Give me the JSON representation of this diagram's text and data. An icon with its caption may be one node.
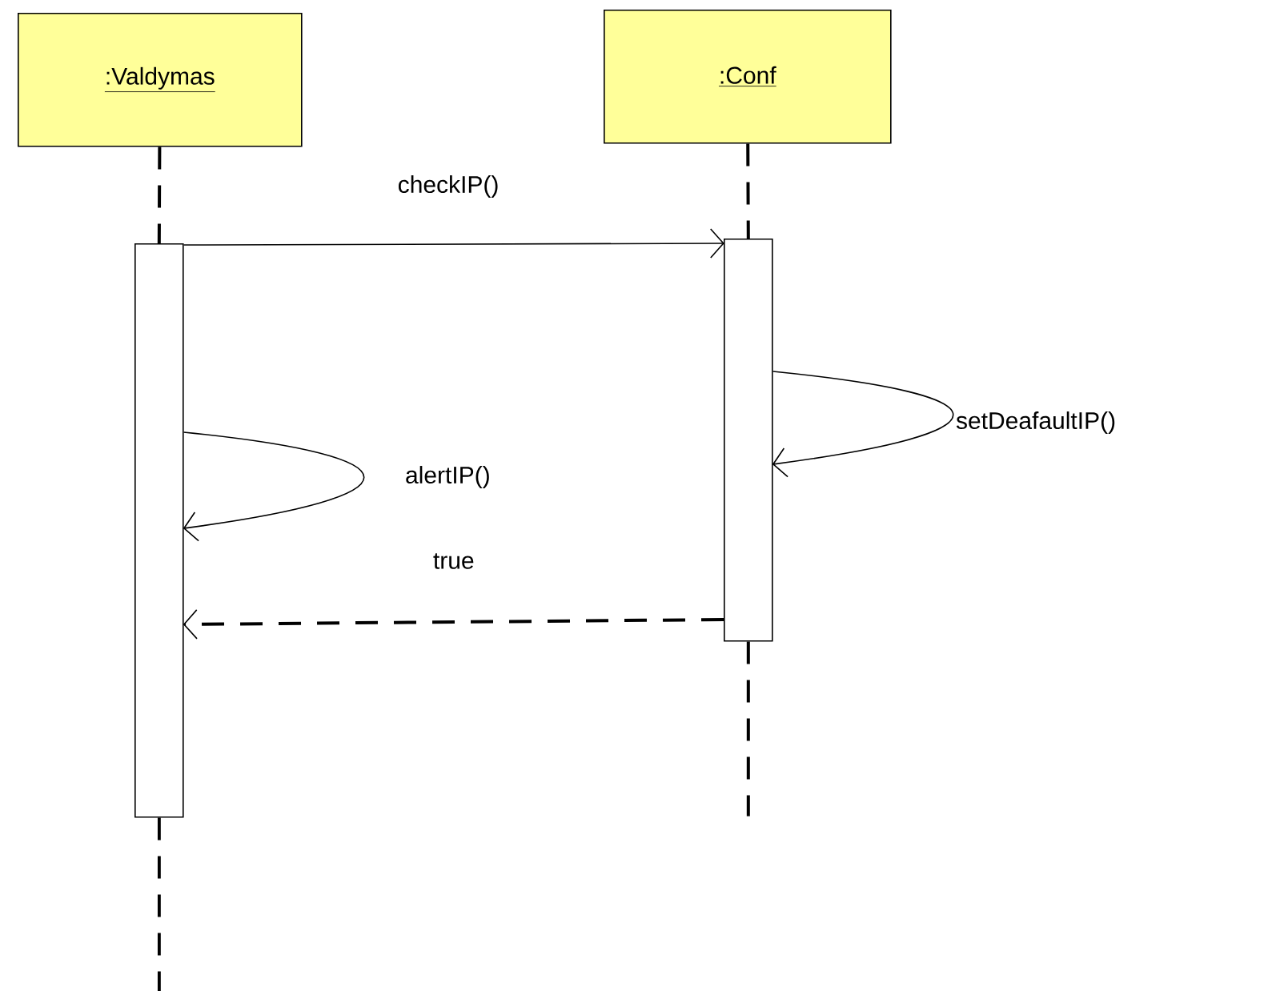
{
  "diagram": {
    "nodes": [
      {
        "text": [
          ":Valdymas"
        ]
      },
      {
        "text": [
          ":Conf"
        ]
      },
      {
        "text": [],
        "shape": "bar"
      },
      {
        "text": [],
        "shape": "bar"
      }
    ],
    "edges": [
      {
        "from": 0,
        "to": 2,
        "arrow": "none",
        "style": "dashed"
      },
      {
        "from": 1,
        "to": 3,
        "arrow": "none",
        "style": "dashed"
      },
      {
        "from": 2,
        "to": 3,
        "arrow": "to",
        "label": "checkIP()"
      },
      {
        "from": 3,
        "to": 3,
        "arrow": "to",
        "label": "setDeafaultIP()"
      },
      {
        "from": 2,
        "to": 2,
        "arrow": "to",
        "label": "alertIP()"
      },
      {
        "from": 3,
        "to": 2,
        "arrow": "to",
        "label": "true",
        "style": "dashed"
      }
    ]
  }
}
